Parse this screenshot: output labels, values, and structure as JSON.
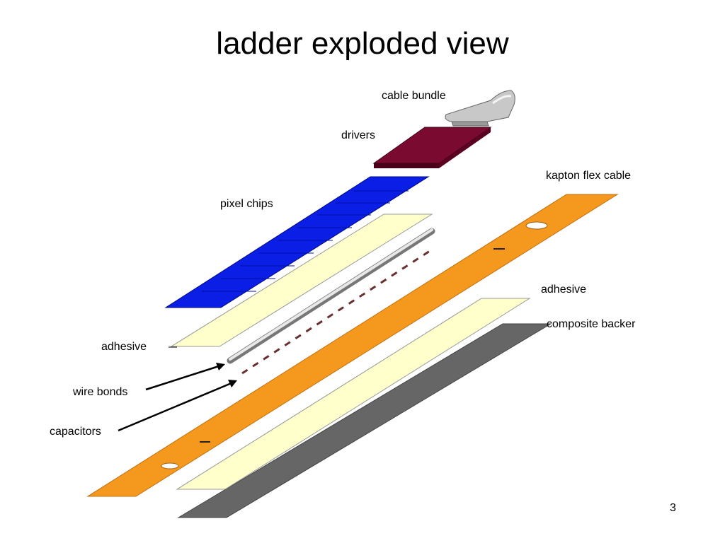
{
  "slide": {
    "title": "ladder exploded view",
    "page_number": "3"
  },
  "labels": {
    "cable_bundle": "cable bundle",
    "drivers": "drivers",
    "kapton_flex_cable": "kapton flex cable",
    "pixel_chips": "pixel chips",
    "adhesive_right": "adhesive",
    "composite_backer": "composite backer",
    "adhesive_left": "adhesive",
    "wire_bonds": "wire bonds",
    "capacitors": "capacitors"
  },
  "colors": {
    "pixel_chips": "#0a1ee6",
    "adhesive": "#ffffcc",
    "kapton": "#f5981e",
    "composite_backer": "#666666",
    "drivers": "#7a0a30",
    "cable_bundle": "#c8c8c8"
  }
}
